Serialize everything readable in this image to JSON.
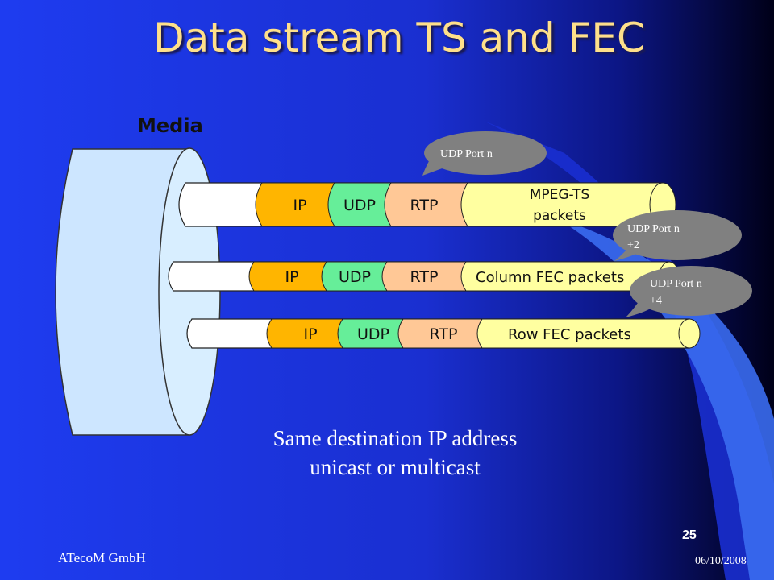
{
  "slide": {
    "title": "Data stream TS and FEC",
    "media_label": "Media",
    "caption_line1": "Same destination IP address",
    "caption_line2": "unicast or multicast",
    "company": "ATecoM GmbH",
    "date": "06/10/2008",
    "page_number": "25"
  },
  "streams": [
    {
      "ip": "IP",
      "udp": "UDP",
      "rtp": "RTP",
      "payload_line1": "MPEG-TS",
      "payload_line2": "packets"
    },
    {
      "ip": "IP",
      "udp": "UDP",
      "rtp": "RTP",
      "payload": "Column FEC packets"
    },
    {
      "ip": "IP",
      "udp": "UDP",
      "rtp": "RTP",
      "payload": "Row FEC packets"
    }
  ],
  "callouts": [
    {
      "line1": "UDP Port n"
    },
    {
      "line1": "UDP Port n",
      "line2": "+2"
    },
    {
      "line1": "UDP Port n",
      "line2": "+4"
    }
  ],
  "colors": {
    "ip": "#ffb500",
    "udp": "#66ee99",
    "rtp": "#ffc896",
    "payload": "#ffffa0",
    "media": "#d0eaff",
    "callout": "#808080"
  }
}
